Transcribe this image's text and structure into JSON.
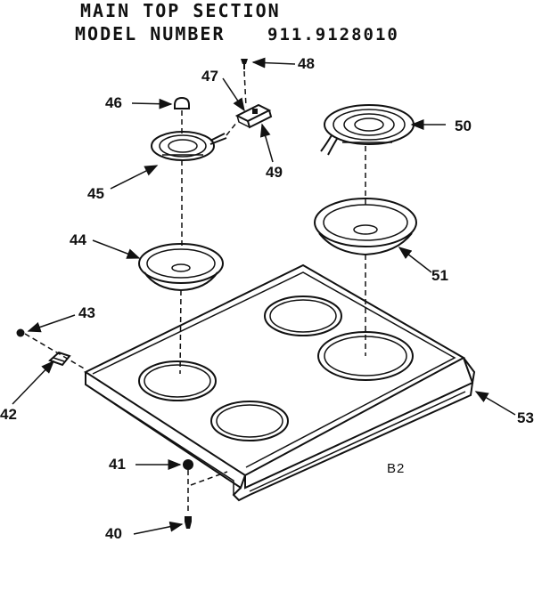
{
  "title": {
    "line1": "MAIN TOP SECTION",
    "line2_label": "MODEL NUMBER",
    "line2_value": "911.9128010"
  },
  "sheet_id": "B2",
  "part_callouts": [
    "40",
    "41",
    "42",
    "43",
    "44",
    "45",
    "46",
    "47",
    "48",
    "49",
    "50",
    "51",
    "53"
  ]
}
